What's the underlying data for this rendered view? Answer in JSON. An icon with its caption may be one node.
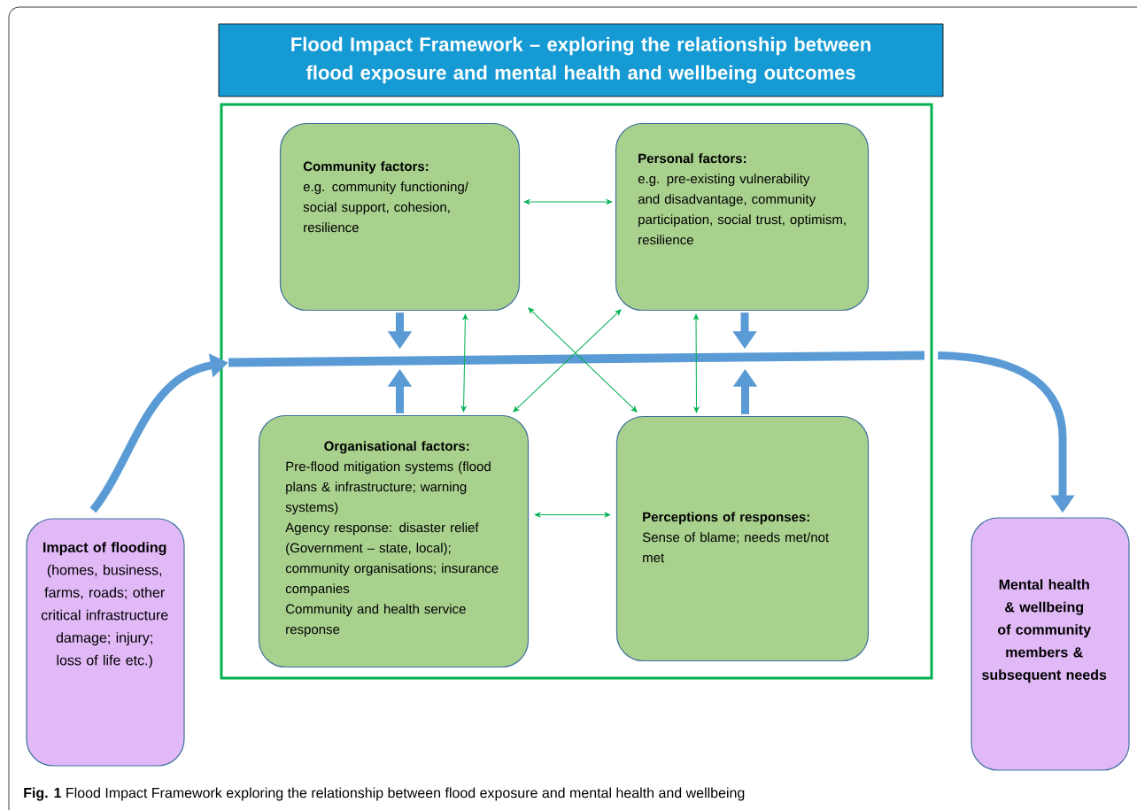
{
  "diagram": {
    "title": "Flood Impact Framework – exploring the relationship between flood exposure and mental health and wellbeing outcomes",
    "caption": "**Fig. 1** Flood Impact Framework exploring the relationship between flood exposure and mental health and wellbeing",
    "nodes": [
      {
        "text": [],
        "shape": "box"
      },
      {
        "text": [
          "Community factors:",
          "e.g. community functioning/ social support, cohesion, resilience"
        ],
        "in": 0
      },
      {
        "text": [
          "Personal factors:",
          "e.g. pre-existing vulnerability and disadvantage, community participation, social trust, optimism, resilience"
        ],
        "in": 0
      },
      {
        "text": [],
        "shape": "bar",
        "in": 0
      },
      {
        "text": [
          "Organisational factors:",
          "Pre-flood mitigation systems (flood plans & infrastructure; warning systems)",
          "Agency response: disaster relief (Government – state, local); community organisations; insurance companies",
          "Community and health service response"
        ],
        "in": 0
      },
      {
        "text": [
          "Perceptions of responses:",
          "Sense of blame; needs met/not met"
        ],
        "in": 0
      },
      {
        "text": [
          "Impact of flooding",
          "(homes, business, farms, roads; other critical infrastructure damage; injury; loss of life etc.)"
        ]
      },
      {
        "text": [
          "Mental health & wellbeing of community members & subsequent needs"
        ]
      }
    ],
    "edges": [
      {
        "from": 1,
        "to": 2,
        "arrow": "both",
        "color": "#00b050"
      },
      {
        "from": 1,
        "to": 4,
        "arrow": "both",
        "color": "#00b050"
      },
      {
        "from": 1,
        "to": 5,
        "arrow": "both",
        "color": "#00b050"
      },
      {
        "from": 2,
        "to": 4,
        "arrow": "both",
        "color": "#00b050"
      },
      {
        "from": 2,
        "to": 5,
        "arrow": "both",
        "color": "#00b050"
      },
      {
        "from": 4,
        "to": 5,
        "arrow": "both",
        "color": "#00b050"
      },
      {
        "from": 1,
        "to": 3,
        "arrow": "to",
        "style": "thick",
        "color": "#5b9bd5"
      },
      {
        "from": 2,
        "to": 3,
        "arrow": "to",
        "style": "thick",
        "color": "#5b9bd5"
      },
      {
        "from": 4,
        "to": 3,
        "arrow": "to",
        "style": "thick",
        "color": "#5b9bd5"
      },
      {
        "from": 5,
        "to": 3,
        "arrow": "to",
        "style": "thick",
        "color": "#5b9bd5"
      },
      {
        "from": 6,
        "to": 3,
        "arrow": "to",
        "style": "thick",
        "color": "#5b9bd5"
      },
      {
        "from": 3,
        "to": 7,
        "arrow": "to",
        "style": "thick",
        "color": "#5b9bd5"
      }
    ]
  }
}
